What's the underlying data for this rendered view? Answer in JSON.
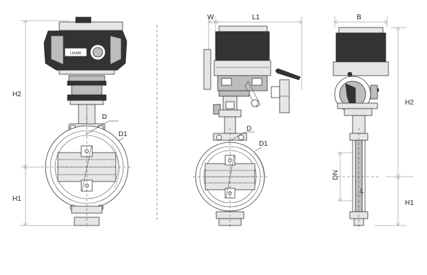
{
  "labels": {
    "h2_front": "H2",
    "h1_front": "H1",
    "d_front": "D",
    "d1_front": "D1",
    "w": "W",
    "l1": "L1",
    "d_side": "D",
    "d1_side": "D1",
    "b": "B",
    "h2_right": "H2",
    "dn": "DN",
    "l": "L",
    "h1_right": "H1"
  },
  "brand": {
    "plate_text": "LIKAIR"
  },
  "colors": {
    "line": "#333333",
    "actuator_dark": "#333333",
    "housing_gray": "#bdbdbd",
    "light_gray": "#e6e6e6"
  }
}
